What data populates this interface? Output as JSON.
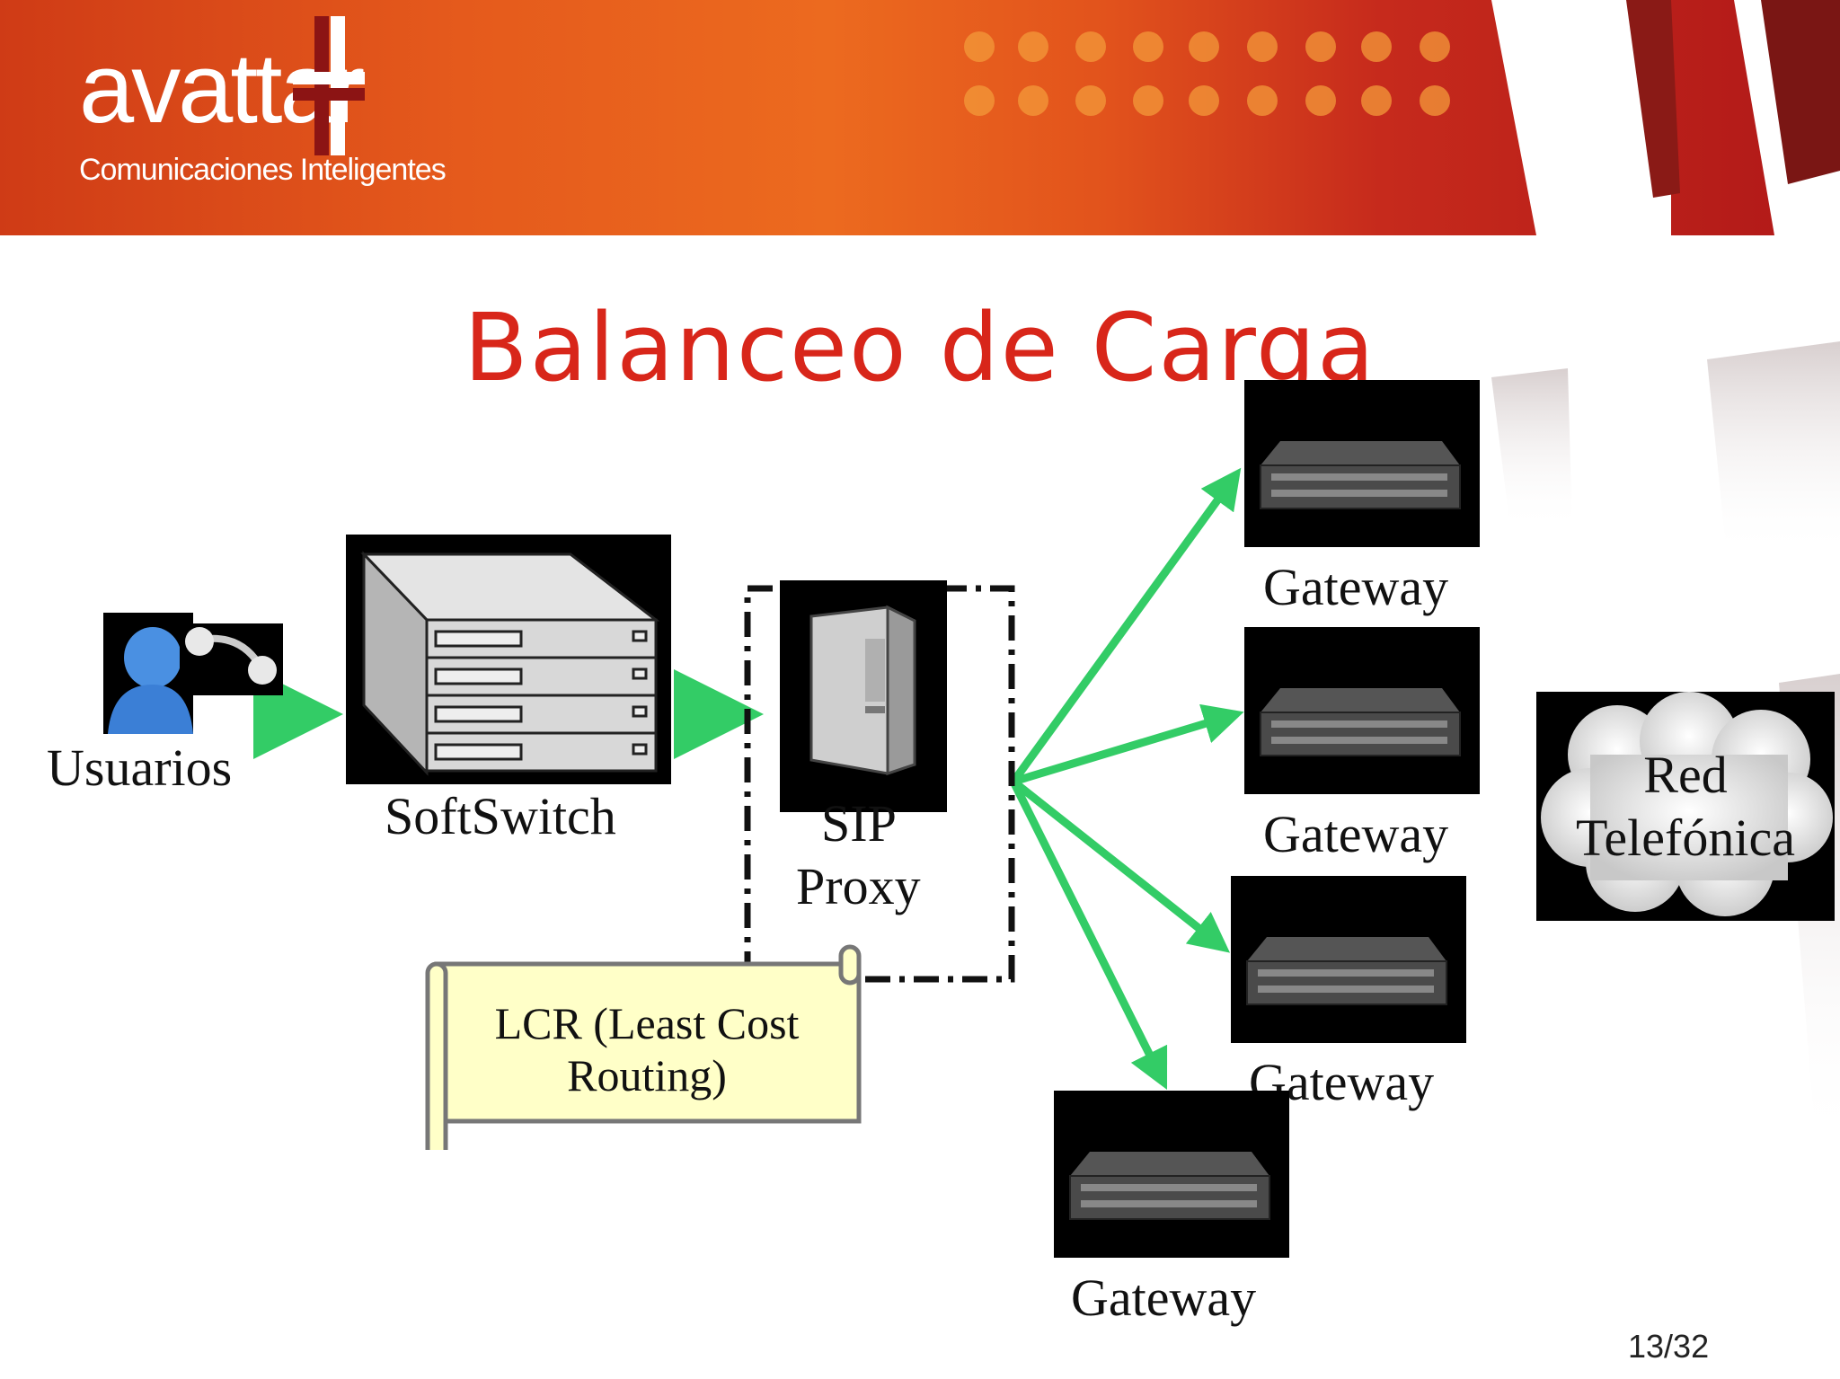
{
  "header": {
    "logo_text": "avattar",
    "logo_subtitle": "Comunicaciones Inteligentes"
  },
  "slide": {
    "title": "Balanceo de Carga",
    "page_number": "13/32"
  },
  "nodes": {
    "usuarios": "Usuarios",
    "softswitch": "SoftSwitch",
    "sip_proxy_line1": "SIP",
    "sip_proxy_line2": "Proxy",
    "gateway_1": "Gateway",
    "gateway_2": "Gateway",
    "gateway_3": "Gateway",
    "gateway_4": "Gateway",
    "red_line1": "Red",
    "red_line2": "Telefónica"
  },
  "note": {
    "line1": "LCR (Least Cost",
    "line2": "Routing)"
  },
  "colors": {
    "title": "#d8261a",
    "arrow": "#33cc66",
    "note_fill": "#ffffc8"
  }
}
